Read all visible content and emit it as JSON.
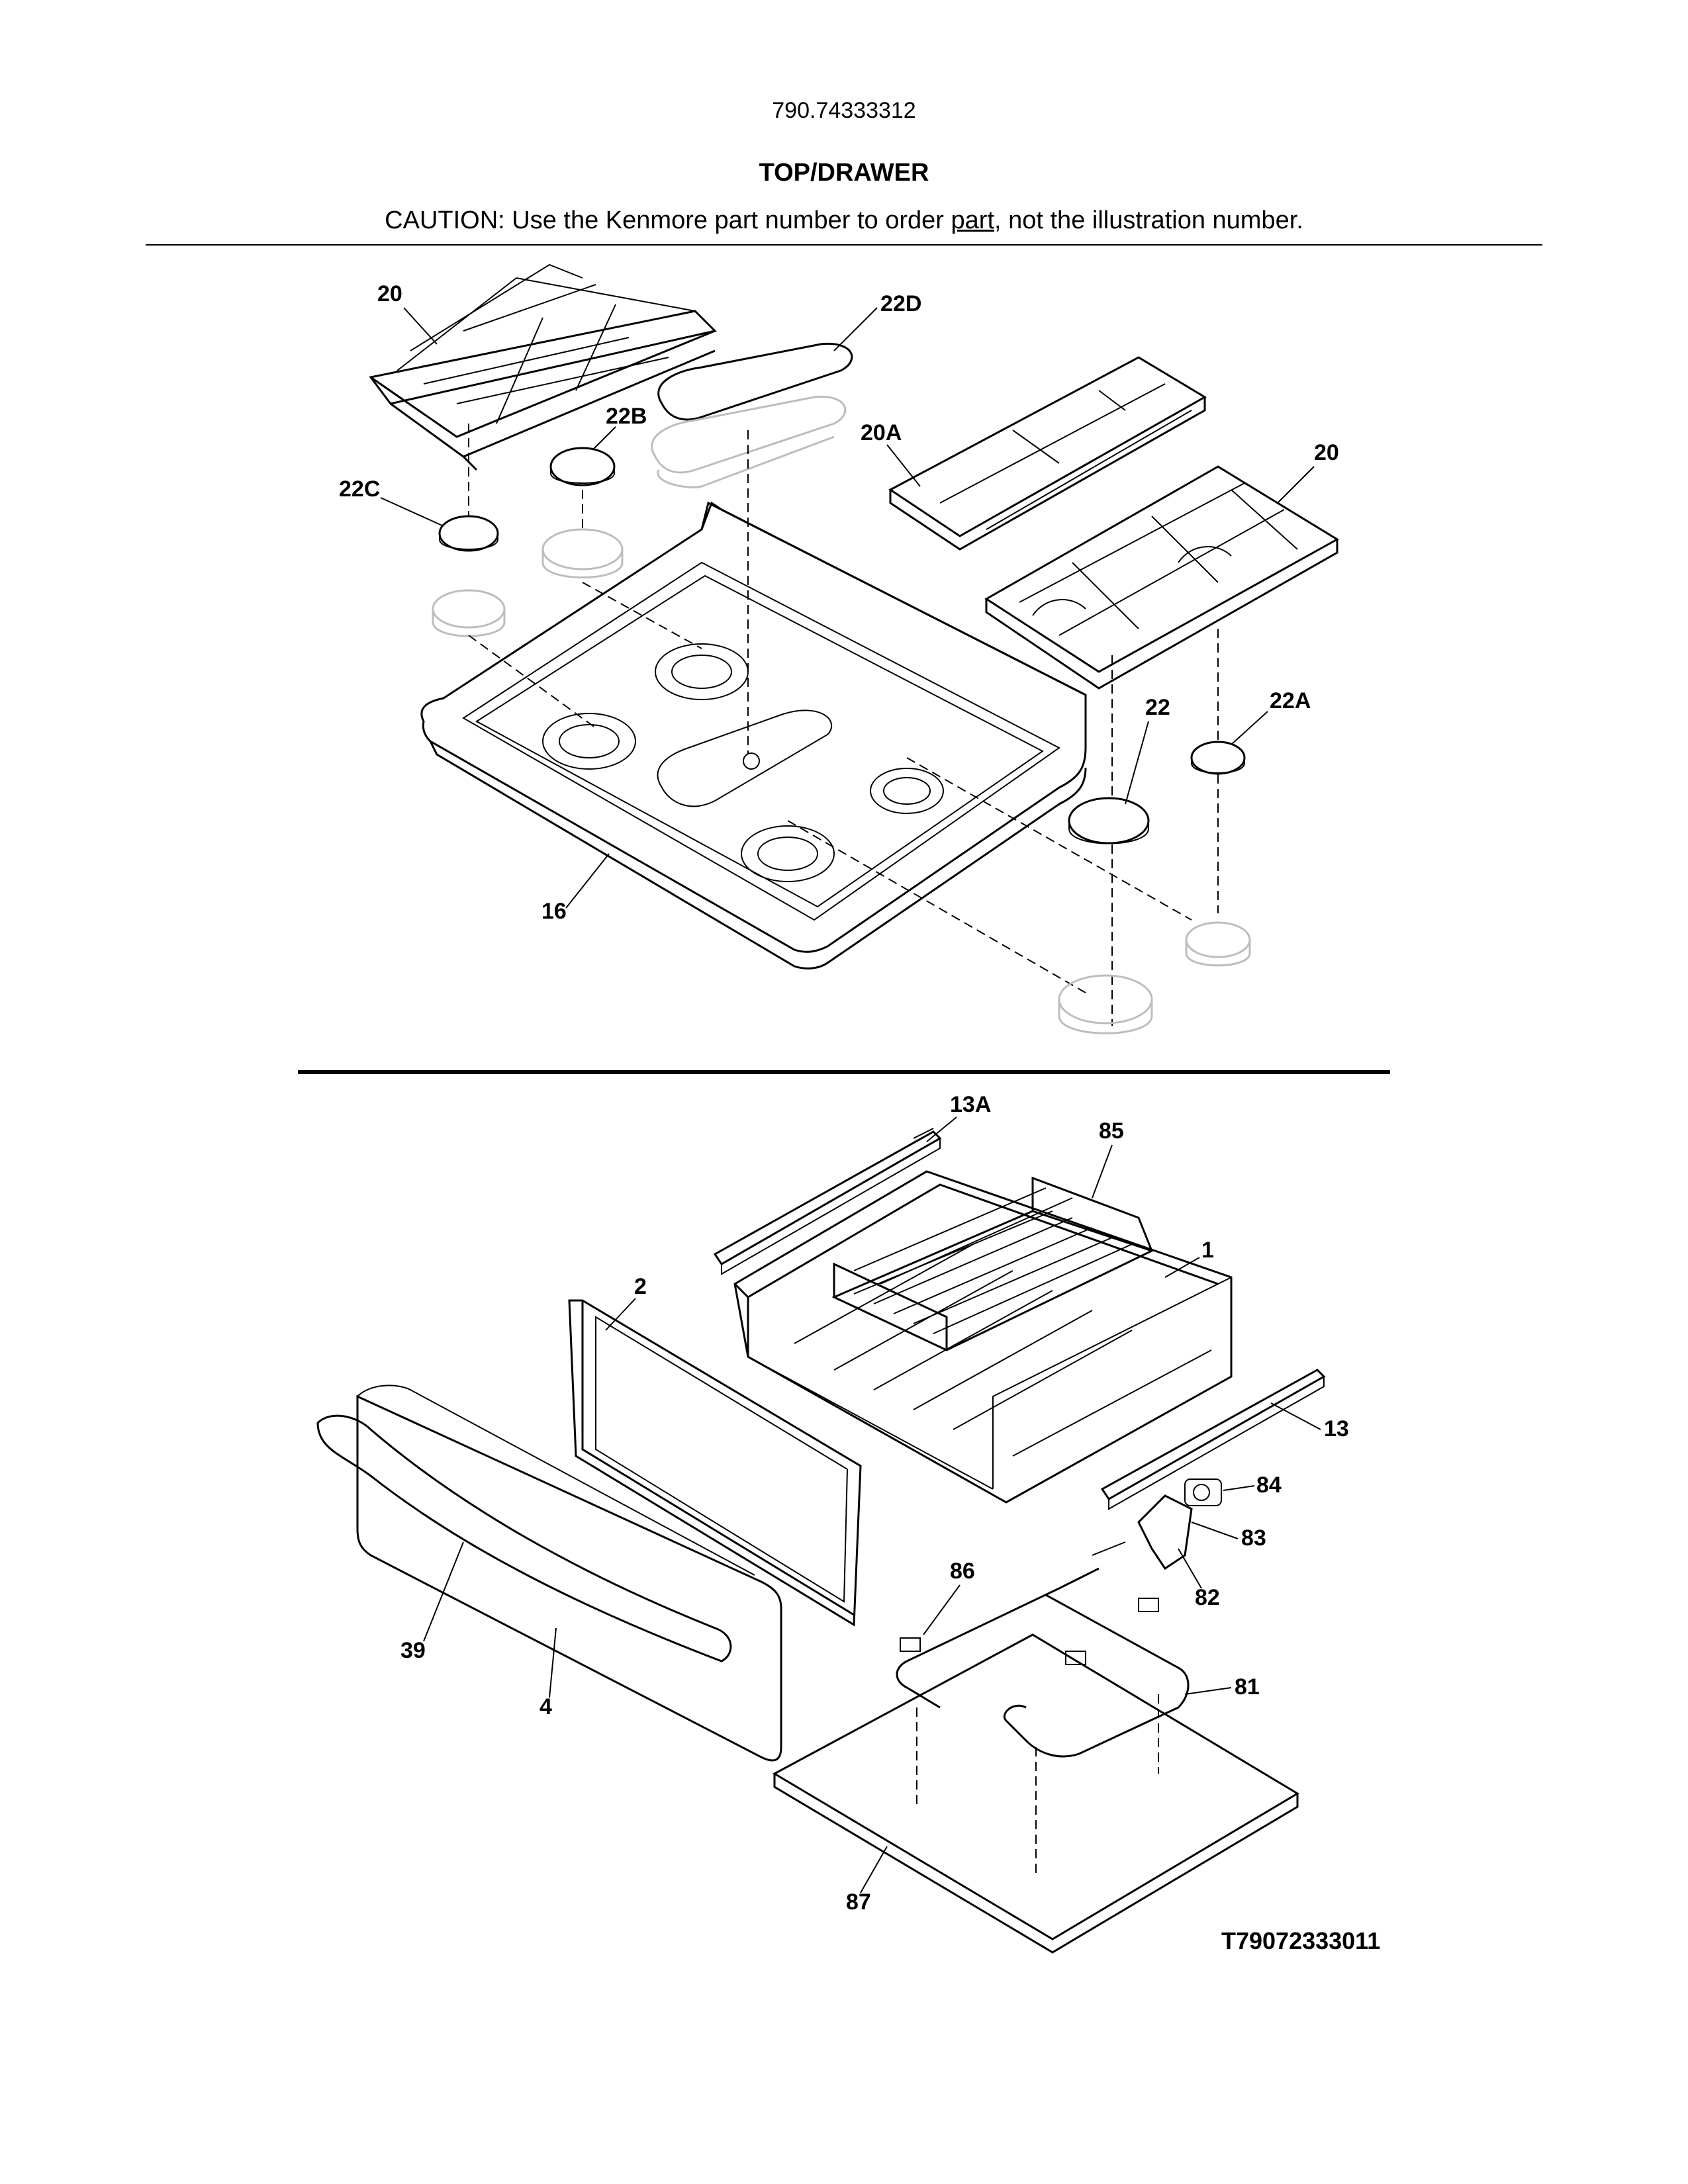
{
  "header": {
    "model_number": "790.74333312",
    "section_title": "TOP/DRAWER",
    "caution_prefix": "CAUTION: Use the Kenmore part number to order ",
    "caution_underlined": "part",
    "caution_suffix": ", not the illustration number."
  },
  "callouts": [
    "20",
    "22D",
    "22B",
    "20A",
    "20",
    "22C",
    "22",
    "22A",
    "16",
    "13A",
    "85",
    "1",
    "2",
    "13",
    "84",
    "83",
    "82",
    "86",
    "81",
    "39",
    "4",
    "87"
  ],
  "drawing_code": "T79072333011"
}
